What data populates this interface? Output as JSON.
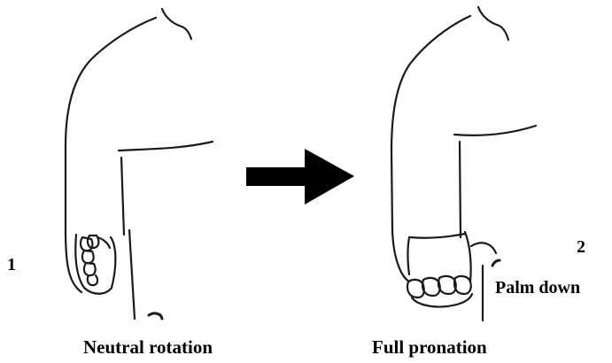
{
  "figure": {
    "left_panel": {
      "step_number": "1",
      "caption": "Neutral rotation"
    },
    "right_panel": {
      "step_number": "2",
      "caption": "Full pronation",
      "annotation": "Palm down"
    }
  },
  "colors": {
    "line": "#1a1a1a",
    "arrow": "#000000",
    "background": "#ffffff"
  },
  "icons": [
    "right-arrow-icon"
  ]
}
